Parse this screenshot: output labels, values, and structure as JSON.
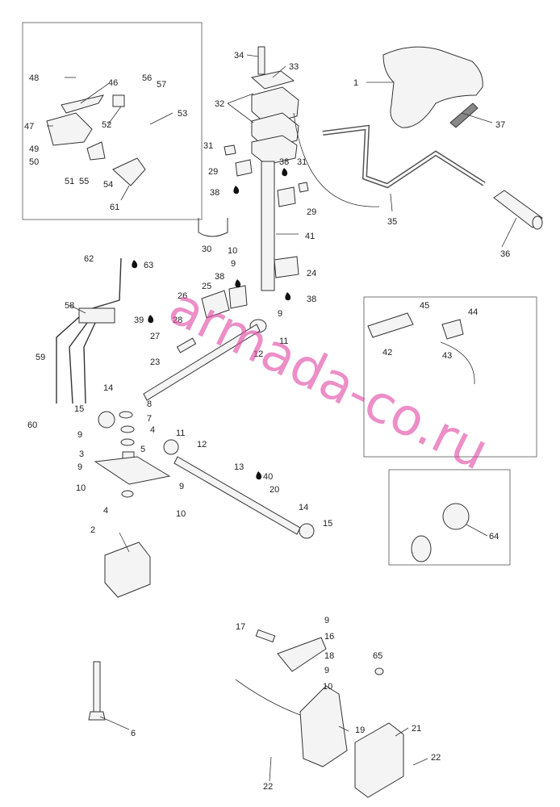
{
  "watermark": "armada-co.ru",
  "callouts": [
    {
      "id": "c1",
      "text": "1"
    },
    {
      "id": "c2",
      "text": "2"
    },
    {
      "id": "c3",
      "text": "3"
    },
    {
      "id": "c4a",
      "text": "4"
    },
    {
      "id": "c4b",
      "text": "4"
    },
    {
      "id": "c5",
      "text": "5"
    },
    {
      "id": "c6",
      "text": "6"
    },
    {
      "id": "c7",
      "text": "7"
    },
    {
      "id": "c8",
      "text": "8"
    },
    {
      "id": "c9a",
      "text": "9"
    },
    {
      "id": "c9b",
      "text": "9"
    },
    {
      "id": "c9c",
      "text": "9"
    },
    {
      "id": "c9d",
      "text": "9"
    },
    {
      "id": "c9e",
      "text": "9"
    },
    {
      "id": "c9f",
      "text": "9"
    },
    {
      "id": "c9g",
      "text": "9"
    },
    {
      "id": "c10a",
      "text": "10"
    },
    {
      "id": "c10b",
      "text": "10"
    },
    {
      "id": "c10c",
      "text": "10"
    },
    {
      "id": "c10d",
      "text": "10"
    },
    {
      "id": "c11a",
      "text": "11"
    },
    {
      "id": "c11b",
      "text": "11"
    },
    {
      "id": "c12a",
      "text": "12"
    },
    {
      "id": "c12b",
      "text": "12"
    },
    {
      "id": "c13",
      "text": "13"
    },
    {
      "id": "c14a",
      "text": "14"
    },
    {
      "id": "c14b",
      "text": "14"
    },
    {
      "id": "c15a",
      "text": "15"
    },
    {
      "id": "c15b",
      "text": "15"
    },
    {
      "id": "c16",
      "text": "16"
    },
    {
      "id": "c17",
      "text": "17"
    },
    {
      "id": "c18",
      "text": "18"
    },
    {
      "id": "c19",
      "text": "19"
    },
    {
      "id": "c20",
      "text": "20"
    },
    {
      "id": "c21",
      "text": "21"
    },
    {
      "id": "c22a",
      "text": "22"
    },
    {
      "id": "c22b",
      "text": "22"
    },
    {
      "id": "c23",
      "text": "23"
    },
    {
      "id": "c24",
      "text": "24"
    },
    {
      "id": "c25",
      "text": "25"
    },
    {
      "id": "c26",
      "text": "26"
    },
    {
      "id": "c27",
      "text": "27"
    },
    {
      "id": "c28",
      "text": "28"
    },
    {
      "id": "c29a",
      "text": "29"
    },
    {
      "id": "c29b",
      "text": "29"
    },
    {
      "id": "c30",
      "text": "30"
    },
    {
      "id": "c31a",
      "text": "31"
    },
    {
      "id": "c31b",
      "text": "31"
    },
    {
      "id": "c32",
      "text": "32"
    },
    {
      "id": "c33",
      "text": "33"
    },
    {
      "id": "c34",
      "text": "34"
    },
    {
      "id": "c35",
      "text": "35"
    },
    {
      "id": "c36",
      "text": "36"
    },
    {
      "id": "c37",
      "text": "37"
    },
    {
      "id": "c38a",
      "text": "38"
    },
    {
      "id": "c38b",
      "text": "38"
    },
    {
      "id": "c38c",
      "text": "38"
    },
    {
      "id": "c38d",
      "text": "38"
    },
    {
      "id": "c39",
      "text": "39"
    },
    {
      "id": "c40",
      "text": "40"
    },
    {
      "id": "c41",
      "text": "41"
    },
    {
      "id": "c42",
      "text": "42"
    },
    {
      "id": "c43",
      "text": "43"
    },
    {
      "id": "c44",
      "text": "44"
    },
    {
      "id": "c45",
      "text": "45"
    },
    {
      "id": "c46",
      "text": "46"
    },
    {
      "id": "c47",
      "text": "47"
    },
    {
      "id": "c48",
      "text": "48"
    },
    {
      "id": "c49",
      "text": "49"
    },
    {
      "id": "c50",
      "text": "50"
    },
    {
      "id": "c51",
      "text": "51"
    },
    {
      "id": "c52",
      "text": "52"
    },
    {
      "id": "c53",
      "text": "53"
    },
    {
      "id": "c54",
      "text": "54"
    },
    {
      "id": "c55",
      "text": "55"
    },
    {
      "id": "c56",
      "text": "56"
    },
    {
      "id": "c57",
      "text": "57"
    },
    {
      "id": "c58",
      "text": "58"
    },
    {
      "id": "c59",
      "text": "59"
    },
    {
      "id": "c60",
      "text": "60"
    },
    {
      "id": "c61",
      "text": "61"
    },
    {
      "id": "c62",
      "text": "62"
    },
    {
      "id": "c63",
      "text": "63"
    },
    {
      "id": "c64",
      "text": "64"
    },
    {
      "id": "c65",
      "text": "65"
    }
  ]
}
